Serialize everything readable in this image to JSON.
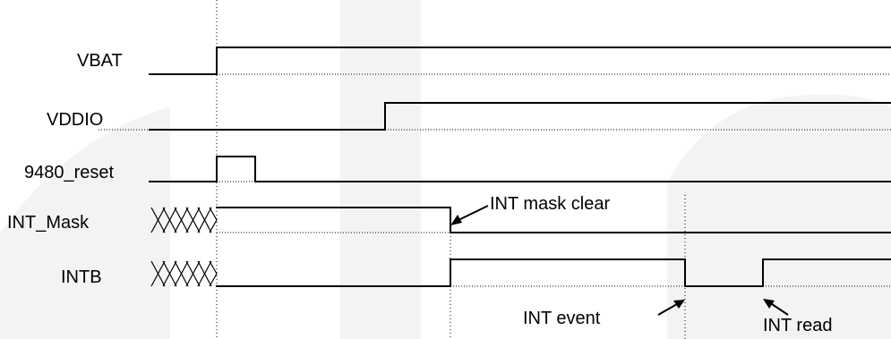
{
  "signals": [
    {
      "id": "vbat",
      "label": "VBAT"
    },
    {
      "id": "vddio",
      "label": "VDDIO"
    },
    {
      "id": "reset",
      "label": "9480_reset"
    },
    {
      "id": "int_mask",
      "label": "INT_Mask"
    },
    {
      "id": "intb",
      "label": "INTB"
    }
  ],
  "annotations": {
    "int_mask_clear": "INT mask clear",
    "int_event": "INT event",
    "int_read": "INT read"
  },
  "colors": {
    "line": "#000000",
    "background": "#ffffff",
    "watermark": "#f2f2f2"
  }
}
